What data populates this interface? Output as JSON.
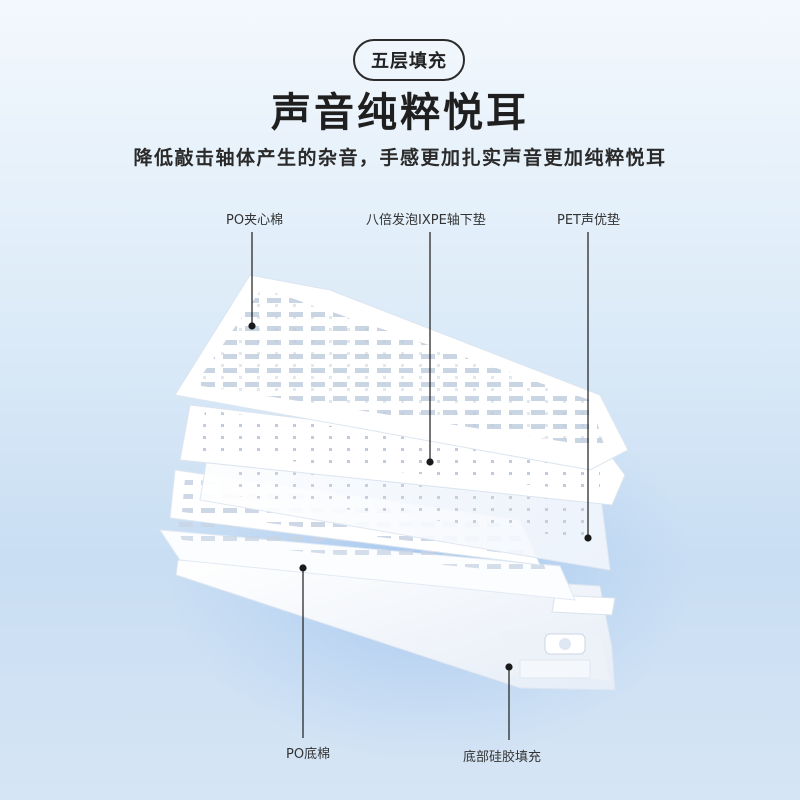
{
  "header": {
    "badge": "五层填充",
    "title": "声音纯粹悦耳",
    "subtitle": "降低敲击轴体产生的杂音，手感更加扎实声音更加纯粹悦耳"
  },
  "layers": [
    {
      "name": "po-core",
      "label": "PO夹心棉"
    },
    {
      "name": "ixpe",
      "label": "八倍发泡IXPE轴下垫"
    },
    {
      "name": "pet",
      "label": "PET声优垫"
    },
    {
      "name": "po-bottom",
      "label": "PO底棉"
    },
    {
      "name": "silicone",
      "label": "底部硅胶填充"
    }
  ],
  "colors": {
    "background_top": "#f3f8fd",
    "background_bottom": "#c9def3",
    "layer_white": "#ffffff",
    "leader_line": "#1a1a1a"
  }
}
